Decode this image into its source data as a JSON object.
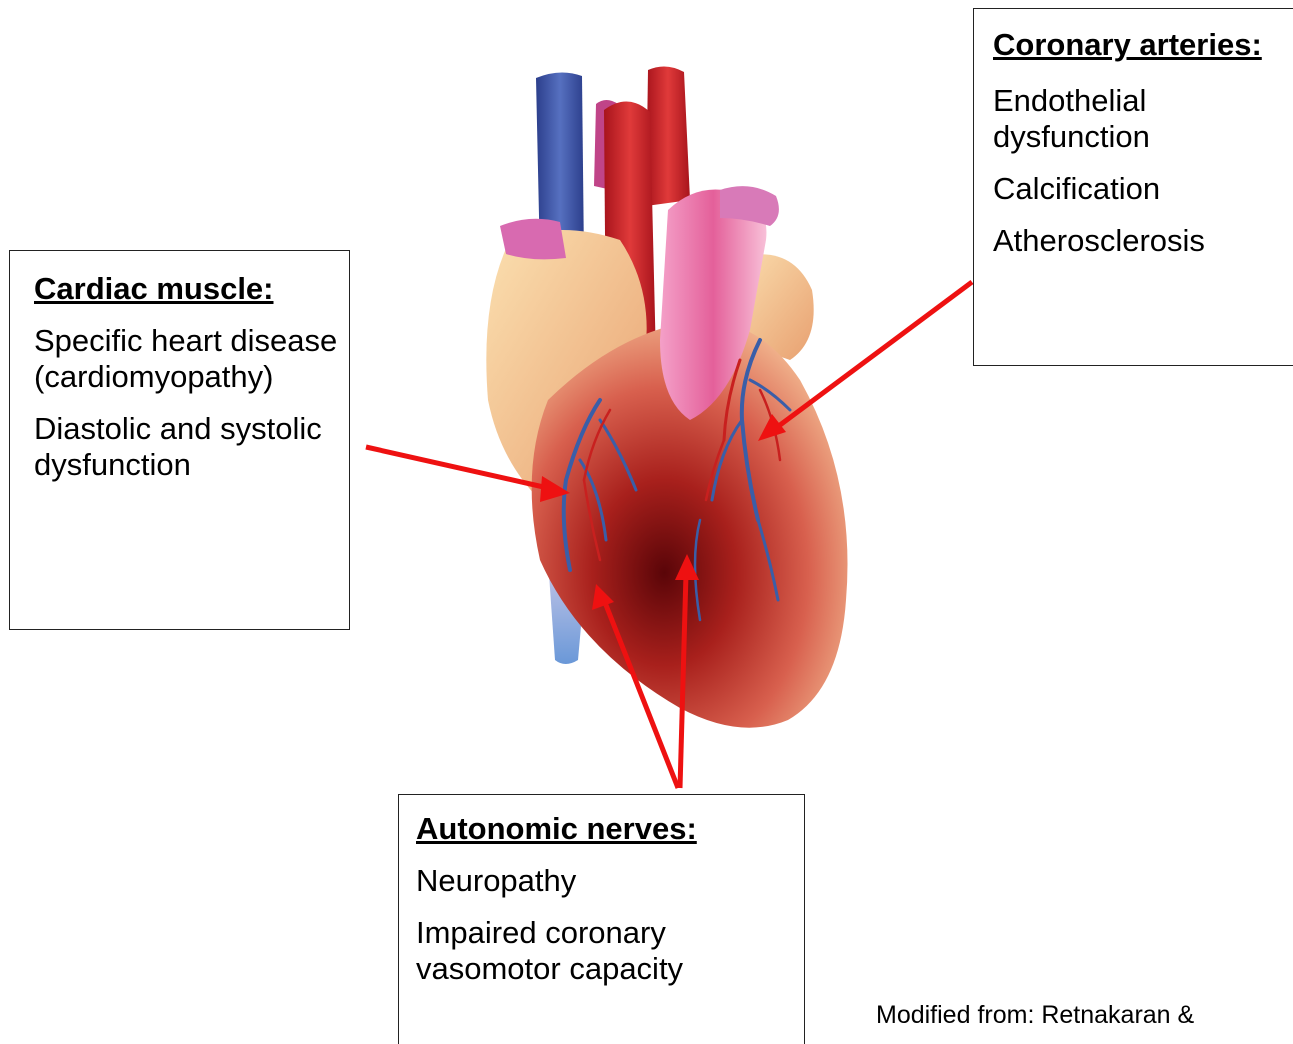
{
  "colors": {
    "arrow": "#ee1111",
    "box_border": "#222222",
    "vein_blue": "#3a5ea8",
    "artery_red": "#c8201f",
    "myocardium": "#c8504a",
    "aorta": "#e05a8a"
  },
  "cardiac_muscle": {
    "heading": "Cardiac muscle:",
    "items": [
      "Specific heart disease (cardiomyopathy)",
      "Diastolic and systolic dysfunction"
    ]
  },
  "coronary_arteries": {
    "heading": "Coronary arteries:",
    "items": [
      "Endothelial dysfunction",
      "Calcification",
      "Atherosclerosis"
    ]
  },
  "autonomic_nerves": {
    "heading": "Autonomic nerves:",
    "items": [
      "Neuropathy",
      "Impaired coronary vasomotor capacity"
    ]
  },
  "credit": "Modified from: Retnakaran &",
  "illustration": {
    "subject": "heart-illustration"
  }
}
